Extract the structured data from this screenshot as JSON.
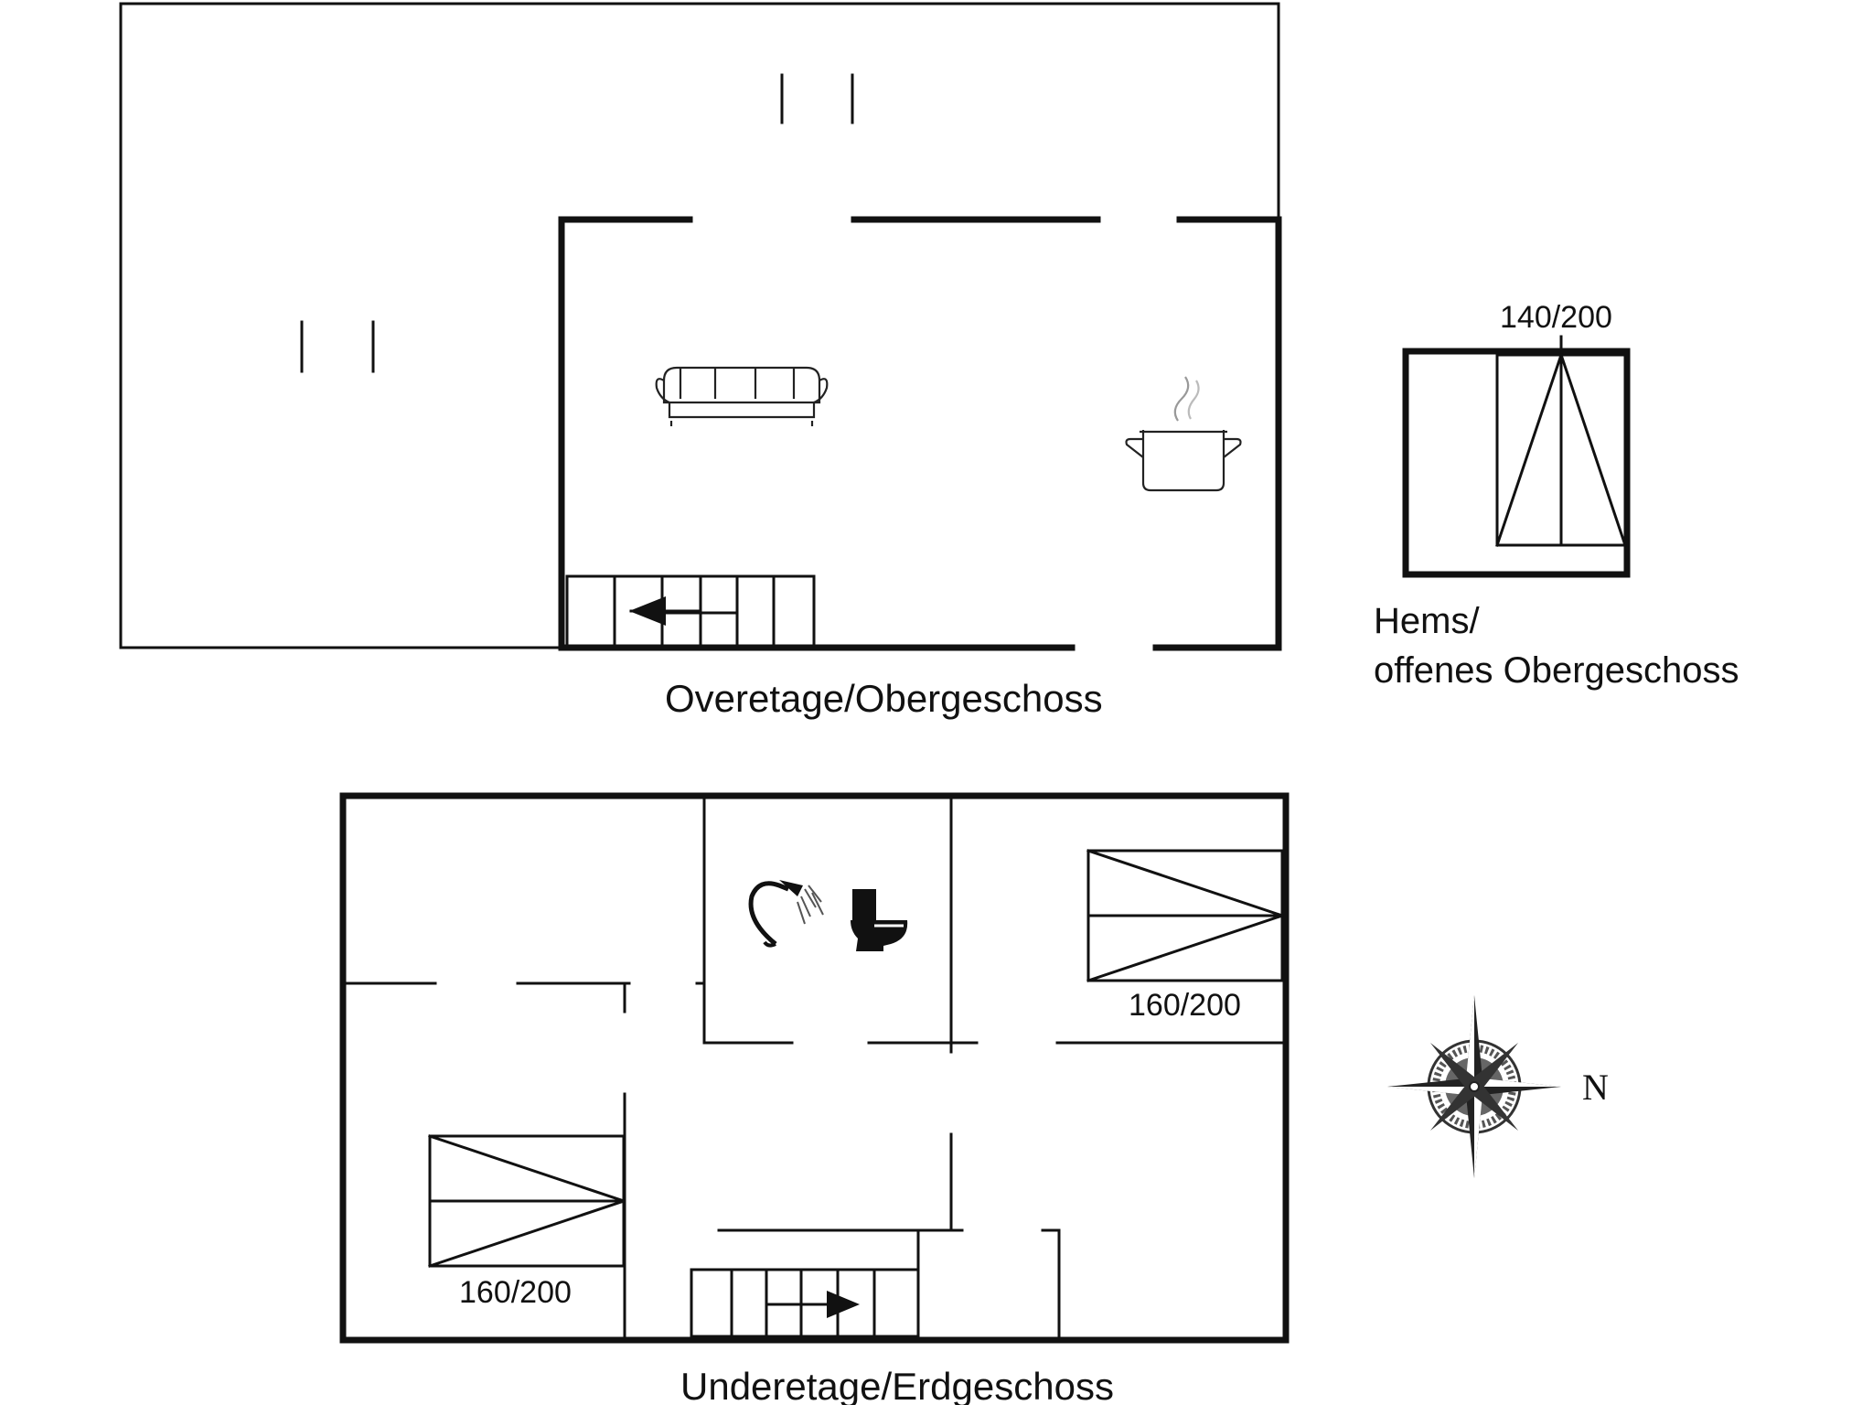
{
  "floors": {
    "upper": {
      "label": "Overetage/Obergeschoss"
    },
    "loft": {
      "label_line1": "Hems/",
      "label_line2": "offenes Obergeschoss",
      "bed_size": "140/200"
    },
    "ground": {
      "label": "Underetage/Erdgeschoss",
      "bed_right_size": "160/200",
      "bed_left_size": "160/200"
    }
  },
  "compass": {
    "label": "N"
  }
}
